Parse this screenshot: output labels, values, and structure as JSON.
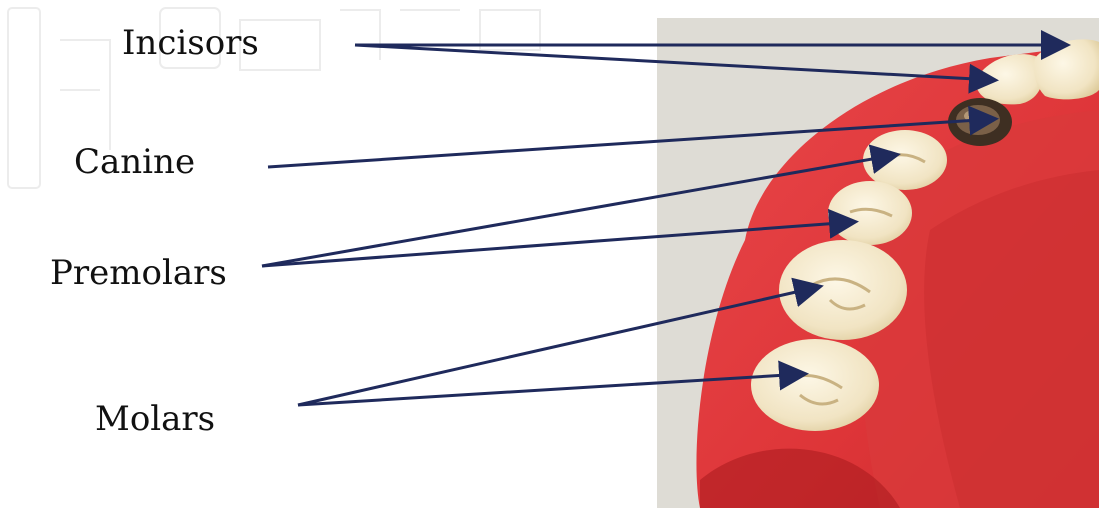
{
  "labels": {
    "incisors": "Incisors",
    "canine": "Canine",
    "premolars": "Premolars",
    "molars": "Molars"
  },
  "colors": {
    "arrow": "#1f2a5c",
    "gum": "#e23a3c",
    "gum_dark": "#b51f23",
    "tooth": "#f6ecd2",
    "backdrop": "#dcdad3",
    "metal": "#5b4632"
  },
  "photo_subject": "upper-denture-dental-model"
}
